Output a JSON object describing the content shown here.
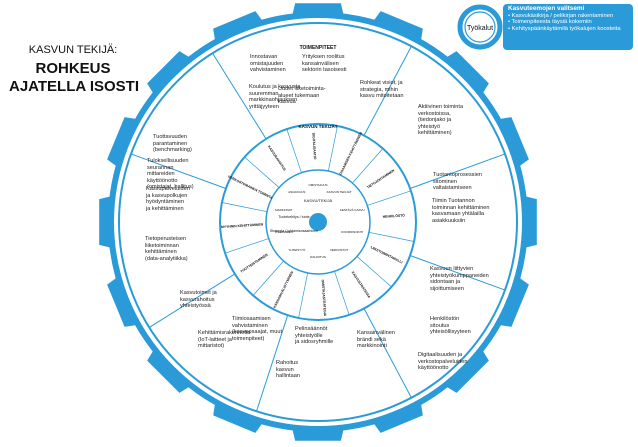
{
  "title": {
    "subtitle": "KASVUN TEKIJÄ:",
    "line1": "ROHKEUS",
    "line2": "AJATELLA ISOSTI"
  },
  "badge": {
    "label": "Työkalut",
    "heading": "Kasvuteemojen valitsemi",
    "lines": [
      "Kasvukäsikirja / pelikirjan rakentaminen",
      "Toimenpiteesta täysiä kokemiin",
      "Kehityspäänkäytämilä työkalujen koosteita"
    ]
  },
  "ring": {
    "top": "KASVUN TEKIJÄT",
    "outer_top": "TOIMENPITEET"
  },
  "center": {
    "core": "KASVU/TEKIJÄ",
    "left_top": "Tuotekehitys / tuote",
    "left_bottom": "Strategia / johtamisosaaminen"
  },
  "inner_labels": [
    "OMISTAJUUS",
    "KASVUN TEKIJÄT",
    "KESTÄVÄ KASVU",
    "KOORDINOINTI",
    "VERKOSTOT",
    "RAHOITUS",
    "YHTEISTYÖ",
    "OSAAMINEN",
    "MARKKINAT",
    "ASIAKKUUS"
  ],
  "mid_labels": [
    "LIIKETOIMINTAMALLI",
    "KASVUSTRATEGIA",
    "OMISTAJASTRATEGIA",
    "KANSAINVÄLISTYMINEN",
    "TUOTTEISTAMINEN",
    "MYYNNIN KEHITTÄMINEN",
    "VERKOSTOMAINEN TOIMINTA",
    "KASVURAHOITUS",
    "DIGITALISAATIO",
    "OSAAMISEN KEHITTÄMINEN",
    "TIETOJOHTAMINEN",
    "HENKILÖSTÖ"
  ],
  "outer_texts": [
    "Innostavan\nomistajuuden\nvahvistaminen",
    "Yrityksen roolitus\nkansainvälisen\nsektorin tasoisesti",
    "Koulutus ja kasvusta\nsuuremman\nmarkkinaohjauksen\nyrittäjyyteen",
    "Uudet liiketoiminta-\nalueet tukemaan\nkasvua",
    "Rohkeat visiot, ja\nstrategia, mihin\nkasvu mitoitetaan",
    "Aktiivinen toiminta\nverkostoissa,\n(tiedonjako ja\nyhteistyö\nkehittäminen)",
    "Tuotantoprosessien\nsitominen\nvaltaistamiseen",
    "Tiimin Tuotannon\ntoiminnan kehittäminen\nkasvamaan yhtälailla\nasiakkuuksiin",
    "Kasvuun liittyvien\nyhteistyökumppaneiden\nsidontaan ja\nsijoittumiseen",
    "Henkilöstön\nsitoutus\nyhteisöllisyyteen",
    "Digitaalisuuden ja\nverkostopalveluiden\nkäyttöönotto",
    "Kansainvälinen\nbrändi sekä\nmarkkinointi",
    "Rahoitus\nkasvun\nhallintaan",
    "Tiimiosaamisen\nvahvistaminen\n(kasvuosaajat, muut\ntoimenpiteet)",
    "Pelinsäännöt\nyhteistyölle\nja sidosryhmille",
    "Kehittämisrakennetta\n(IoT-laitteet ja\nmittaristot)",
    "Tuloksellisuuden\nseurannan\nmittareiden\nkäyttöönotto\n(omistajat, hallitus)",
    "Kasvupalveluiden\nja kasvupolkujen\nhyödyntäminen\nja kehittäminen",
    "Tietoperusteisen\nliiketoiminnan\nkehittäminen\n(data-analytiikka)",
    "Kasvutoimet ja\nkasvurahoitus\nyhteistyössä",
    "Tuottavuuden\nparantaminen\n(benchmarking)"
  ]
}
